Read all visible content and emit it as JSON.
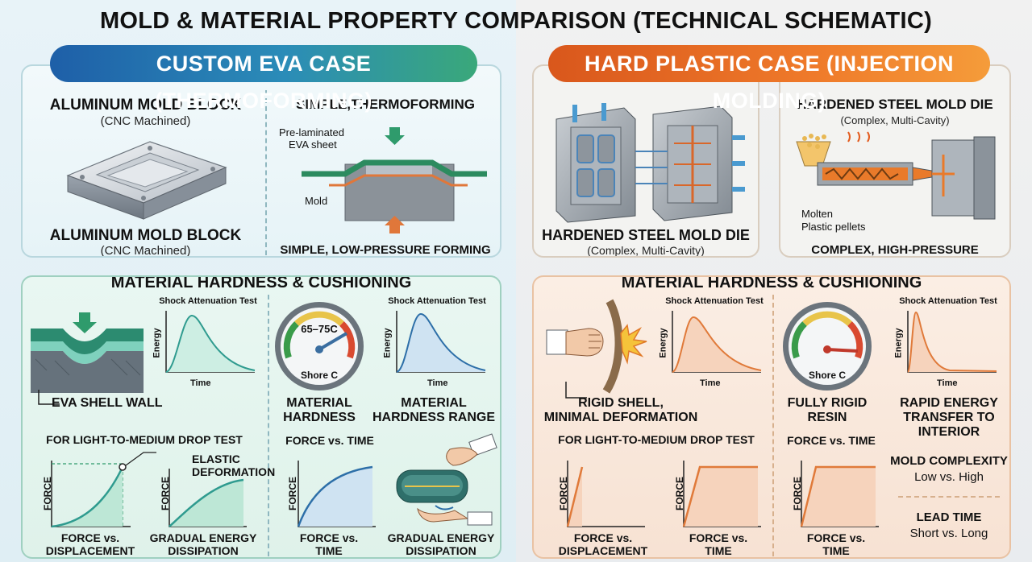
{
  "title": "MOLD & MATERIAL PROPERTY COMPARISON (TECHNICAL SCHEMATIC)",
  "left": {
    "banner": "CUSTOM EVA CASE (THERMOFORMING)",
    "mold_block": {
      "heading": "ALUMINUM MOLD BLOCK",
      "sub": "(CNC Machined)",
      "heading_bottom": "ALUMINUM MOLD BLOCK",
      "sub_bottom": "(CNC Machined)"
    },
    "thermo": {
      "heading": "SIMPLE,THERMOFORMING",
      "label_sheet_1": "Pre-laminated",
      "label_sheet_2": "EVA sheet",
      "label_mold": "Mold",
      "caption": "SIMPLE, LOW-PRESSURE FORMING"
    },
    "hardness": {
      "heading": "MATERIAL HARDNESS & CUSHIONING",
      "shell_label": "EVA SHELL WALL",
      "chart1_title": "Shock Attenuation Test",
      "chart1_y": "Energy",
      "chart1_x": "Time",
      "gauge_value": "65–75C",
      "gauge_unit": "Shore C",
      "gauge_caption_1": "MATERIAL",
      "gauge_caption_2": "HARDNESS",
      "chart2_title": "Shock Attenuation Test",
      "chart2_y": "Energy",
      "chart2_x": "Time",
      "chart2_caption_1": "MATERIAL",
      "chart2_caption_2": "HARDNESS RANGE",
      "drop_heading": "FOR LIGHT-TO-MEDIUM DROP TEST",
      "elastic_1": "ELASTIC",
      "elastic_2": "DEFORMATION",
      "c3_y": "FORCE",
      "c3_cap_1": "FORCE vs.",
      "c3_cap_2": "DISPLACEMENT",
      "c4_y": "FORCE",
      "c4_cap_1": "GRADUAL ENERGY",
      "c4_cap_2": "DISSIPATION",
      "c5_title": "FORCE vs. TIME",
      "c5_y": "FORCE",
      "c5_cap_1": "FORCE vs.",
      "c5_cap_2": "TIME",
      "hand_cap_1": "GRADUAL ENERGY",
      "hand_cap_2": "DISSIPATION"
    }
  },
  "right": {
    "banner": "HARD PLASTIC CASE (INJECTION MOLDING)",
    "die": {
      "caption": "HARDENED STEEL MOLD DIE",
      "caption_sub": "(Complex, Multi-Cavity)"
    },
    "injection": {
      "heading": "HARDENED STEEL MOLD DIE",
      "sub": "(Complex, Multi-Cavity)",
      "label_1": "Molten",
      "label_2": "Plastic pellets",
      "caption": "COMPLEX, HIGH-PRESSURE INJECTION"
    },
    "hardness": {
      "heading": "MATERIAL HARDNESS & CUSHIONING",
      "chart1_title": "Shock Attenuation Test",
      "chart1_y": "Energy",
      "chart1_x": "Time",
      "rigid_1": "RIGID SHELL,",
      "rigid_2": "MINIMAL DEFORMATION",
      "gauge_unit": "Shore C",
      "gauge_caption_1": "FULLY RIGID",
      "gauge_caption_2": "RESIN",
      "chart2_title": "Shock Attenuation Test",
      "chart2_y": "Energy",
      "chart2_x": "Time",
      "rapid_1": "RAPID ENERGY",
      "rapid_2": "TRANSFER TO",
      "rapid_3": "INTERIOR",
      "drop_heading": "FOR LIGHT-TO-MEDIUM DROP TEST",
      "c3_y": "FORCE",
      "c3_cap_1": "FORCE vs.",
      "c3_cap_2": "DISPLACEMENT",
      "c4_y": "FORCE",
      "c4_cap_1": "FORCE vs.",
      "c4_cap_2": "TIME",
      "c5_title": "FORCE vs. TIME",
      "c5_y": "FORCE",
      "c5_cap_1": "FORCE vs.",
      "c5_cap_2": "TIME",
      "mold_complexity": "MOLD COMPLEXITY",
      "mold_complexity_val": "Low vs. High",
      "lead_time": "LEAD TIME",
      "lead_time_val": "Short vs. Long"
    }
  },
  "colors": {
    "teal": "#2f9b8f",
    "teal_light": "#7fd1bd",
    "blue": "#2d6fa8",
    "orange": "#e07a3a",
    "orange_light": "#f3b690"
  }
}
